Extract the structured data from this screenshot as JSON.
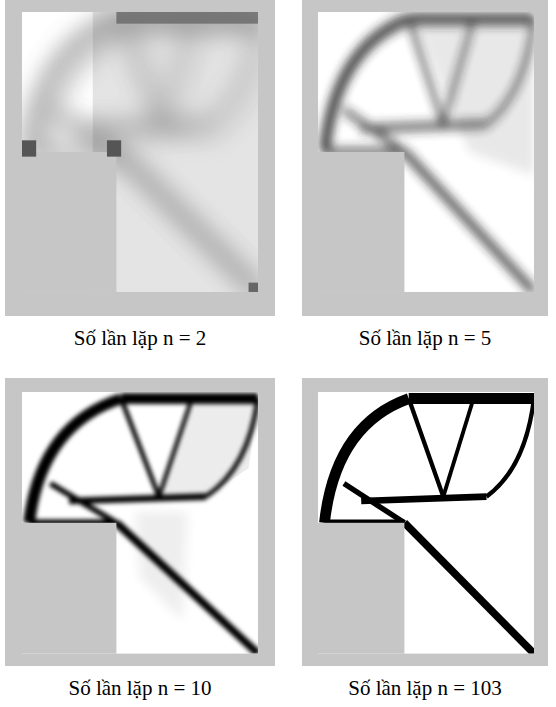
{
  "diagram": {
    "labels": [
      "Số lần lặp n = 2",
      "Số lần lặp n = 5",
      "Số lần lặp n = 10",
      "Số lần lặp n = 103"
    ]
  }
}
